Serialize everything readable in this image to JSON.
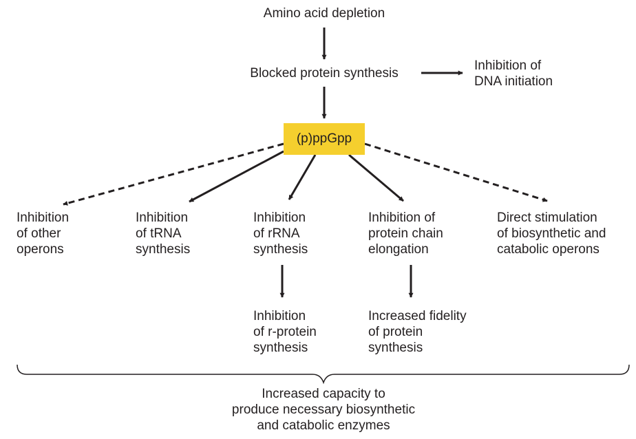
{
  "top": {
    "line1": "Amino acid depletion"
  },
  "blocked": {
    "line1": "Blocked protein synthesis"
  },
  "dna": {
    "line1": "Inhibition of",
    "line2": "DNA initiation"
  },
  "ppgpp": {
    "label": "(p)ppGpp"
  },
  "effects": [
    {
      "line1": "Inhibition",
      "line2": "of other",
      "line3": "operons"
    },
    {
      "line1": "Inhibition",
      "line2": "of tRNA",
      "line3": "synthesis"
    },
    {
      "line1": "Inhibition",
      "line2": "of rRNA",
      "line3": "synthesis"
    },
    {
      "line1": "Inhibition of",
      "line2": "protein chain",
      "line3": "elongation"
    },
    {
      "line1": "Direct stimulation",
      "line2": "of biosynthetic and",
      "line3": "catabolic operons"
    }
  ],
  "secondary": [
    {
      "line1": "Inhibition",
      "line2": "of r-protein",
      "line3": "synthesis"
    },
    {
      "line1": "Increased fidelity",
      "line2": "of protein",
      "line3": "synthesis"
    }
  ],
  "outcome": {
    "line1": "Increased capacity to",
    "line2": "produce necessary biosynthetic",
    "line3": "and catabolic enzymes"
  },
  "colors": {
    "highlight": "#f5cf2e",
    "ink": "#231f20"
  }
}
